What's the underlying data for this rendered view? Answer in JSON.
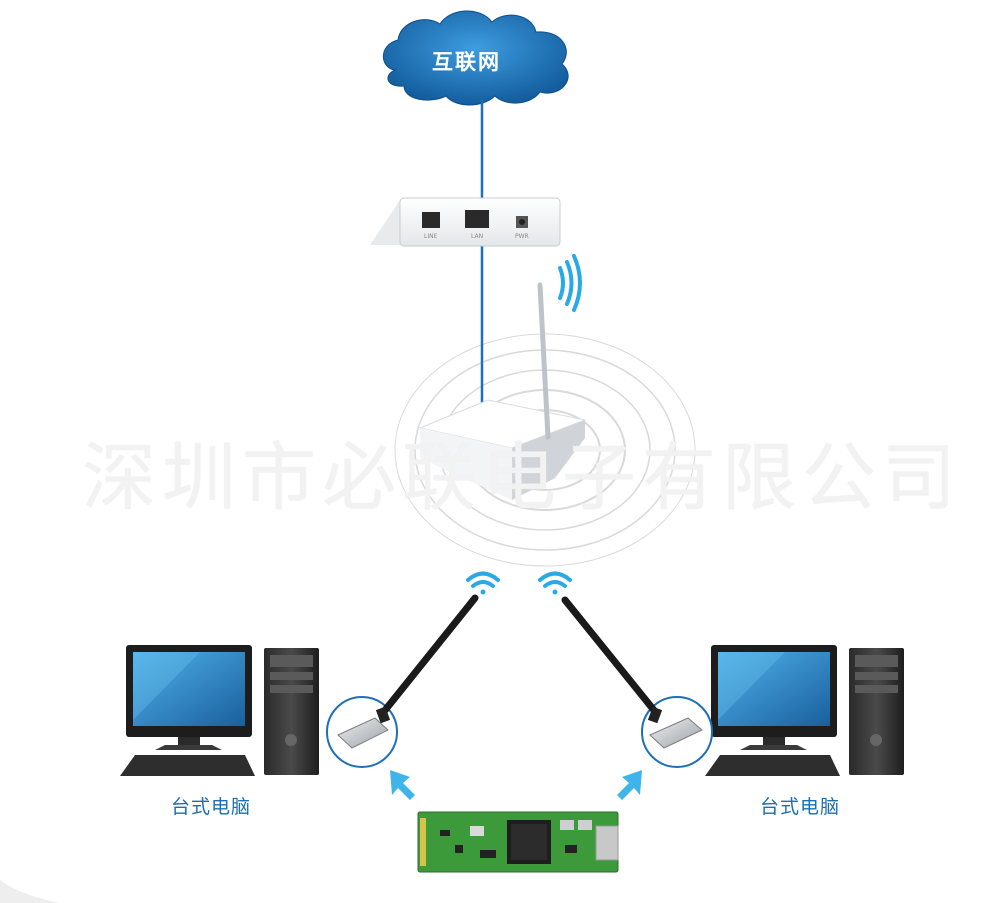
{
  "cloud": {
    "label": "互联网"
  },
  "modem": {
    "ports": [
      "LINE",
      "LAN",
      "PWR"
    ]
  },
  "watermark": "深圳市必联电子有限公司",
  "computers": [
    {
      "label": "台式电脑"
    },
    {
      "label": "台式电脑"
    }
  ],
  "colors": {
    "cloud": "#1d7ac3",
    "link": "#1e6fb8",
    "wifi": "#29a9e6",
    "label": "#1a6fae",
    "pcb": "#3d9a3a"
  }
}
